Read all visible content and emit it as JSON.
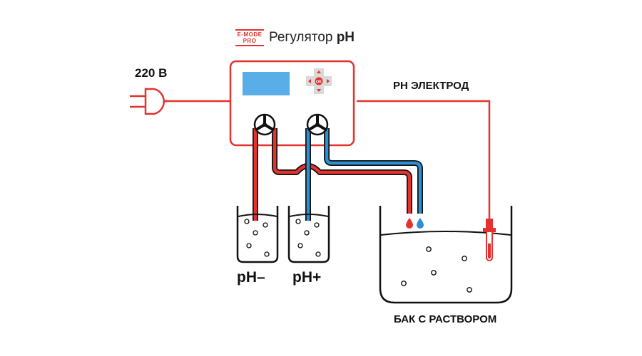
{
  "header": {
    "logo_line1": "E-MODE",
    "logo_line2": "PRO",
    "title_regular": "Регулятор",
    "title_bold": "pH"
  },
  "labels": {
    "power": "220 В",
    "electrode": "PH ЭЛЕКТРОД",
    "ph_minus": "pH–",
    "ph_plus": "pH+",
    "tank": "БАК С РАСТВОРОМ"
  },
  "controller": {
    "ok_label": "OK"
  },
  "colors": {
    "frame_red": "#e3322f",
    "tube_blue": "#2b8fd1",
    "screen_blue": "#5aaee8",
    "outline": "#111111",
    "panel_gray": "#d9d9d9"
  },
  "icons": {
    "plug": "power-plug-icon",
    "pump": "peristaltic-pump-icon",
    "drop": "drop-icon",
    "probe": "ph-probe-icon"
  }
}
